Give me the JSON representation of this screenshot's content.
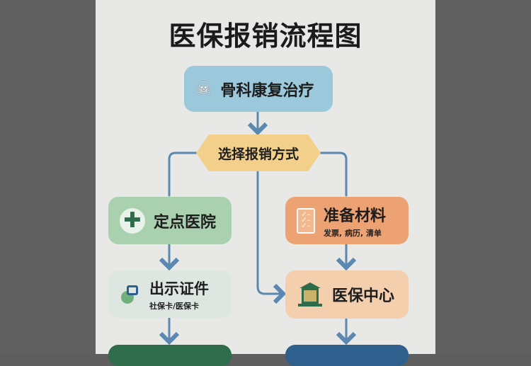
{
  "title": "医保报销流程图",
  "nodes": {
    "start": {
      "label": "骨科康复治疗",
      "icon": "skeleton-icon"
    },
    "decision": {
      "label": "选择报销方式"
    },
    "hospital": {
      "label": "定点医院",
      "icon": "medical-cross-icon"
    },
    "show_id": {
      "label": "出示证件",
      "sub": "社保卡/医保卡",
      "icon": "card-icon"
    },
    "prepare": {
      "label": "准备材料",
      "sub": "发票, 病历, 清单",
      "icon": "document-checklist-icon"
    },
    "center": {
      "label": "医保中心",
      "icon": "building-icon"
    }
  },
  "colors": {
    "start": "#9cc8dc",
    "decision": "#f2cf8a",
    "hospital": "#a9d1b0",
    "show_id": "#dde6e0",
    "prepare": "#eda273",
    "center": "#f4cfae",
    "arrow": "#5b88b0",
    "bottom_left": "#2f6c4c",
    "bottom_right": "#2f5f8c"
  }
}
